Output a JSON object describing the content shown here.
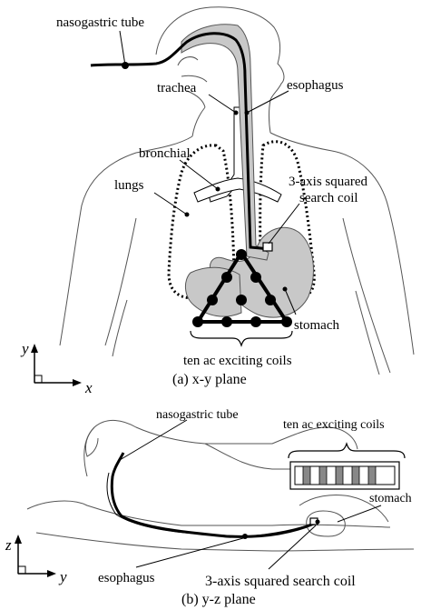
{
  "top_panel": {
    "labels": {
      "nasogastric_tube": "nasogastric tube",
      "trachea": "trachea",
      "esophagus": "esophagus",
      "bronchial": "bronchial",
      "lungs": "lungs",
      "search_coil_line1": "3-axis squared",
      "search_coil_line2": "search coil",
      "stomach": "stomach",
      "exciting_coils": "ten ac exciting coils"
    },
    "axis": {
      "vertical": "y",
      "horizontal": "x"
    },
    "caption": "(a) x-y plane"
  },
  "bottom_panel": {
    "labels": {
      "nasogastric_tube": "nasogastric tube",
      "exciting_coils": "ten ac exciting coils",
      "stomach": "stomach",
      "esophagus": "esophagus",
      "search_coil": "3-axis squared search coil"
    },
    "axis": {
      "vertical": "z",
      "horizontal": "y"
    },
    "caption": "(b) y-z plane"
  },
  "colors": {
    "organ_fill": "#c8c8c8",
    "line": "#000000",
    "outline": "#555555"
  }
}
